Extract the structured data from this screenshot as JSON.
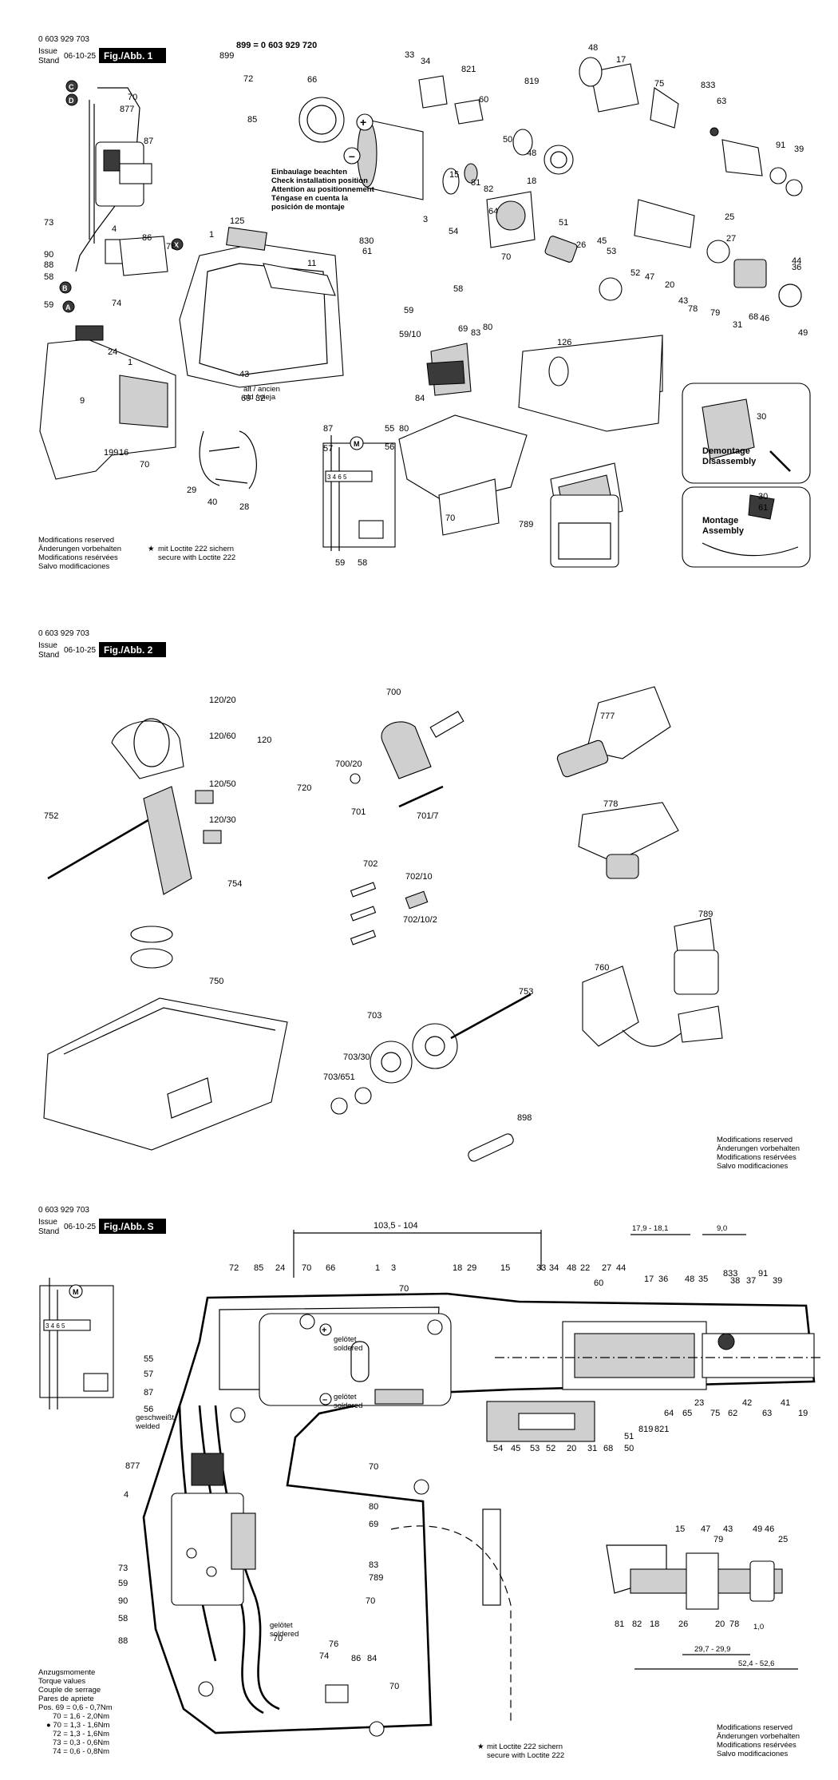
{
  "sheets": [
    {
      "part_number": "0 603 929 703",
      "issue_label": "Issue",
      "stand_label": "Stand",
      "date": "06-10-25",
      "fig_label": "Fig./Abb. 1"
    },
    {
      "part_number": "0 603 929 703",
      "issue_label": "Issue",
      "stand_label": "Stand",
      "date": "06-10-25",
      "fig_label": "Fig./Abb. 2"
    },
    {
      "part_number": "0 603 929 703",
      "issue_label": "Issue",
      "stand_label": "Stand",
      "date": "06-10-25",
      "fig_label": "Fig./Abb. S"
    }
  ],
  "fig1": {
    "variant_note": "899 = 0 603 929 720",
    "install_note": [
      "Einbaulage beachten",
      "Check installation position",
      "Attention au positionnement",
      "Téngase en cuenta la",
      "posición de montaje"
    ],
    "old_note": [
      "alt / ancien",
      "old / vieja"
    ],
    "demontage": [
      "Demontage",
      "Disassembly"
    ],
    "montage": [
      "Montage",
      "Assembly"
    ],
    "markers": {
      "c": "C",
      "d": "D",
      "b": "B",
      "a": "A",
      "x": "X"
    },
    "labels": [
      "33",
      "34",
      "821",
      "60",
      "819",
      "48",
      "17",
      "75",
      "833",
      "63",
      "91",
      "39",
      "66",
      "899",
      "72",
      "85",
      "3",
      "15",
      "81",
      "82",
      "18",
      "50",
      "48",
      "51",
      "26",
      "45",
      "53",
      "52",
      "47",
      "20",
      "43",
      "78",
      "79",
      "31",
      "68",
      "46",
      "49",
      "25",
      "27",
      "44",
      "36",
      "64",
      "54",
      "70",
      "70",
      "877",
      "87",
      "73",
      "90",
      "88",
      "58",
      "59",
      "74",
      "76",
      "86",
      "4",
      "125",
      "1",
      "11",
      "830",
      "61",
      "58",
      "69",
      "83",
      "80",
      "126",
      "59",
      "59/10",
      "84",
      "80",
      "70",
      "789",
      "24",
      "1",
      "9",
      "199",
      "16",
      "70",
      "43",
      "69",
      "32",
      "29",
      "40",
      "28",
      "87",
      "57",
      "55",
      "56",
      "59",
      "58",
      "30",
      "30",
      "61"
    ],
    "wiring_numbers": "3 4 6 5",
    "mods": [
      "Modifications reserved",
      "Änderungen vorbehalten",
      "Modifications resérvées",
      "Salvo modificaciones"
    ],
    "loctite": [
      "mit Loctite 222 sichern",
      "secure with Loctite 222"
    ]
  },
  "fig2": {
    "labels": [
      "120/20",
      "120/60",
      "120",
      "120/50",
      "120/30",
      "752",
      "754",
      "720",
      "700",
      "700/20",
      "701",
      "701/7",
      "702",
      "702/10",
      "702/10/2",
      "750",
      "703",
      "703/30",
      "703/651",
      "753",
      "898",
      "777",
      "778",
      "789",
      "760"
    ],
    "mods": [
      "Modifications reserved",
      "Änderungen vorbehalten",
      "Modifications resérvées",
      "Salvo modificaciones"
    ]
  },
  "figS": {
    "dim_main": "103,5 - 104",
    "dim_a": "17,9 - 18,1",
    "dim_b": "9,0",
    "dim_c": "1,0",
    "dim_d": "29,7 - 29,9",
    "dim_e": "52,4 - 52,6",
    "soldered_1": [
      "gelötet",
      "soldered"
    ],
    "soldered_2": [
      "gelötet",
      "soldered"
    ],
    "soldered_3": [
      "gelötet",
      "soldered"
    ],
    "welded": [
      "geschweißt",
      "welded"
    ],
    "wiring_numbers": "3 4 6 5",
    "torque_title": [
      "Anzugsmomente",
      "Torque values",
      "Couple de serrage",
      "Pares de apriete"
    ],
    "torque_values": [
      "Pos. 69 = 0,6 - 0,7Nm",
      "70 = 1,6 - 2,0Nm",
      "● 70 = 1,3 - 1,6Nm",
      "72 = 1,3 - 1,6Nm",
      "73 = 0,3 - 0,6Nm",
      "74 = 0,6 - 0,8Nm"
    ],
    "labels_top": [
      "72",
      "85",
      "24",
      "70",
      "66",
      "1",
      "3",
      "70",
      "18",
      "29",
      "15",
      "33",
      "34",
      "48",
      "22",
      "27",
      "44",
      "17",
      "36",
      "48",
      "35",
      "833",
      "38",
      "37",
      "91",
      "39"
    ],
    "labels_side": [
      "55",
      "57",
      "87",
      "56",
      "877",
      "4",
      "73",
      "59",
      "90",
      "58",
      "88"
    ],
    "labels_mid": [
      "54",
      "45",
      "53",
      "52",
      "20",
      "31",
      "68",
      "50",
      "51",
      "819",
      "821",
      "64",
      "65",
      "23",
      "75",
      "62",
      "42",
      "63",
      "41",
      "19",
      "60"
    ],
    "labels_low": [
      "70",
      "80",
      "69",
      "83",
      "789",
      "70",
      "70",
      "76",
      "74",
      "86",
      "84",
      "70"
    ],
    "labels_detail": [
      "15",
      "47",
      "43",
      "79",
      "49",
      "46",
      "25",
      "81",
      "82",
      "18",
      "26",
      "20",
      "78"
    ],
    "loctite": [
      "mit Loctite 222 sichern",
      "secure with Loctite 222"
    ],
    "mods": [
      "Modifications reserved",
      "Änderungen vorbehalten",
      "Modifications resérvées",
      "Salvo modificaciones"
    ]
  }
}
